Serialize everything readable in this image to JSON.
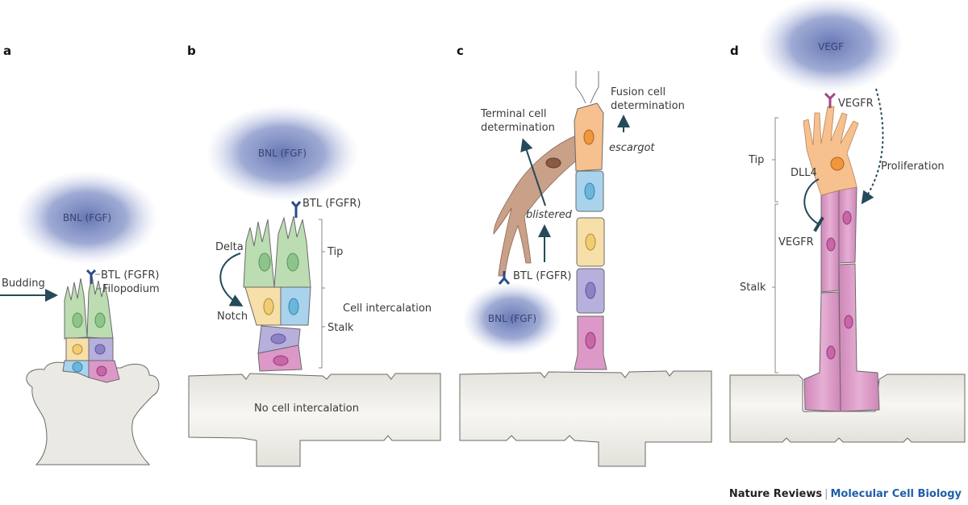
{
  "panels": {
    "a": {
      "letter": "a",
      "cloud": "BNL (FGF)",
      "receptor": "BTL (FGFR)",
      "filopodium": "Filopodium",
      "arrow": "Budding"
    },
    "b": {
      "letter": "b",
      "cloud": "BNL (FGF)",
      "receptor": "BTL (FGFR)",
      "delta": "Delta",
      "notch": "Notch",
      "tip": "Tip",
      "stalk": "Stalk",
      "intercalation": "Cell intercalation",
      "no_intercalation": "No cell intercalation"
    },
    "c": {
      "letter": "c",
      "terminal_1": "Terminal cell",
      "terminal_2": "determination",
      "fusion_1": "Fusion cell",
      "fusion_2": "determination",
      "escargot": "escargot",
      "blistered": "blistered",
      "receptor": "BTL (FGFR)",
      "cloud": "BNL (FGF)"
    },
    "d": {
      "letter": "d",
      "cloud": "VEGF",
      "receptor": "VEGFR",
      "tip": "Tip",
      "dll4": "DLL4",
      "vegfr_stalk": "VEGFR",
      "stalk": "Stalk",
      "proliferation": "Proliferation"
    }
  },
  "colors": {
    "cloud": "#6f82bf",
    "green_cell": "#bcdcb2",
    "yellow_cell": "#f7dfaa",
    "blue_cell": "#a9d3ec",
    "purple_cell": "#b7b0dc",
    "pink_cell": "#dc99c8",
    "orange_cell": "#f6c08f",
    "brown_cell": "#c9a088",
    "tissue": "#ebe9e3",
    "arrow": "#254a5a",
    "receptor": "#2b4a86",
    "vegfr": "#a0467f",
    "journal": "#1f5fa8"
  },
  "footer": {
    "journal": "Nature Reviews",
    "separator": "|",
    "subject": "Molecular Cell Biology"
  }
}
